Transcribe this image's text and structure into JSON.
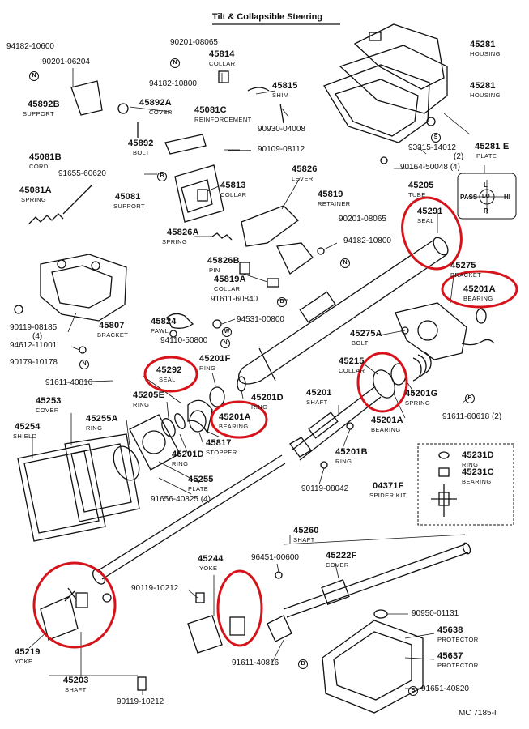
{
  "title": "Tilt & Collapsible Steering",
  "footer_code": "MC  7185-I",
  "highlight_color": "#d6131a",
  "symbols": {
    "circle_n": "N",
    "circle_b": "B",
    "circle_s": "S",
    "circle_w": "W"
  },
  "plate_directions": {
    "up": "L",
    "down": "R",
    "left": "PASS",
    "right": "HI",
    "center": "LO"
  },
  "parts": {
    "p94182_10600": "94182-10600",
    "p90201_06204": "90201-06204",
    "p45892B": "45892B",
    "p45892B_name": "SUPPORT",
    "p90201_08065a": "90201-08065",
    "p45814": "45814",
    "p45814_name": "COLLAR",
    "p94182_10800a": "94182-10800",
    "p45815": "45815",
    "p45815_name": "SHIM",
    "p45892A": "45892A",
    "p45892A_name": "COVER",
    "p45081C": "45081C",
    "p45081C_name": "REINFORCEMENT",
    "p90930_04008": "90930-04008",
    "p45892": "45892",
    "p45892_name": "BOLT",
    "p90109_08112": "90109-08112",
    "p45081B": "45081B",
    "p45081B_name": "CORD",
    "p91655_60620": "91655-60620",
    "p45081A": "45081A",
    "p45081A_name": "SPRING",
    "p45081": "45081",
    "p45081_name": "SUPPORT",
    "p45813": "45813",
    "p45813_name": "COLLAR",
    "p45826": "45826",
    "p45826_name": "LEVER",
    "p45819": "45819",
    "p45819_name": "RETAINER",
    "p90201_08065b": "90201-08065",
    "p94182_10800b": "94182-10800",
    "p45826A": "45826A",
    "p45826A_name": "SPRING",
    "p45826B": "45826B",
    "p45826B_name": "PIN",
    "p45819A": "45819A",
    "p45819A_name": "COLLAR",
    "p91611_60840": "91611-60840",
    "p45824": "45824",
    "p45824_name": "PAWL",
    "p94531_00800": "94531-00800",
    "p94110_50800": "94110-50800",
    "p45807": "45807",
    "p45807_name": "BRACKET",
    "p90119_08185": "90119-08185",
    "p90119_08185_qty": "(4)",
    "p94612_11001": "94612-11001",
    "p90179_10178": "90179-10178",
    "p45281a": "45281",
    "p45281a_name": "HOUSING",
    "p45281b": "45281",
    "p45281b_name": "HOUSING",
    "p93315_14012": "93315-14012",
    "p93315_14012_qty": "(2)",
    "p45281E": "45281 E",
    "p45281E_name": "PLATE",
    "p90164_50048": "90164-50048 (4)",
    "p45205": "45205",
    "p45205_name": "TUBE",
    "p45291": "45291",
    "p45291_name": "SEAL",
    "p45275": "45275",
    "p45275_name": "BRACKET",
    "p45201A_top": "45201A",
    "p45201A_top_name": "BEARING",
    "p45275A": "45275A",
    "p45275A_name": "BOLT",
    "p45215": "45215",
    "p45215_name": "COLLAR",
    "p45201G": "45201G",
    "p45201G_name": "SPRING",
    "p45201A_mid": "45201A",
    "p45201A_mid_name": "BEARING",
    "p91611_60618": "91611-60618 (2)",
    "p45292": "45292",
    "p45292_name": "SEAL",
    "p45201F": "45201F",
    "p45201F_name": "RING",
    "p45201D_a": "45201D",
    "p45201D_a_name": "RING",
    "p45201A_low": "45201A",
    "p45201A_low_name": "BEARING",
    "p45817": "45817",
    "p45817_name": "STOPPER",
    "p45201D_b": "45201D",
    "p45201D_b_name": "RING",
    "p45201": "45201",
    "p45201_name": "SHAFT",
    "p45201B": "45201B",
    "p45201B_name": "RING",
    "p91611_40816a": "91611-40816",
    "p45205E": "45205E",
    "p45205E_name": "RING",
    "p45253": "45253",
    "p45253_name": "COVER",
    "p45254": "45254",
    "p45254_name": "SHIELD",
    "p45255A": "45255A",
    "p45255A_name": "RING",
    "p45255": "45255",
    "p45255_name": "PLATE",
    "p91656_40825": "91656-40825 (4)",
    "p90119_08042": "90119-08042",
    "p45231D": "45231D",
    "p45231D_name": "RING",
    "p45231C": "45231C",
    "p45231C_name": "BEARING",
    "p04371F": "04371F",
    "p04371F_name": "SPIDER KIT",
    "p45260": "45260",
    "p45260_name": "SHAFT",
    "p45244": "45244",
    "p45244_name": "YOKE",
    "p96451_00600": "96451-00600",
    "p45222F": "45222F",
    "p45222F_name": "COVER",
    "p90119_10212a": "90119-10212",
    "p90950_01131": "90950-01131",
    "p45638": "45638",
    "p45638_name": "PROTECTOR",
    "p45637": "45637",
    "p45637_name": "PROTECTOR",
    "p91611_40816b": "91611-40816",
    "p91651_40820": "91651-40820",
    "p45219": "45219",
    "p45219_name": "YOKE",
    "p45203": "45203",
    "p45203_name": "SHAFT",
    "p90119_10212b": "90119-10212"
  }
}
